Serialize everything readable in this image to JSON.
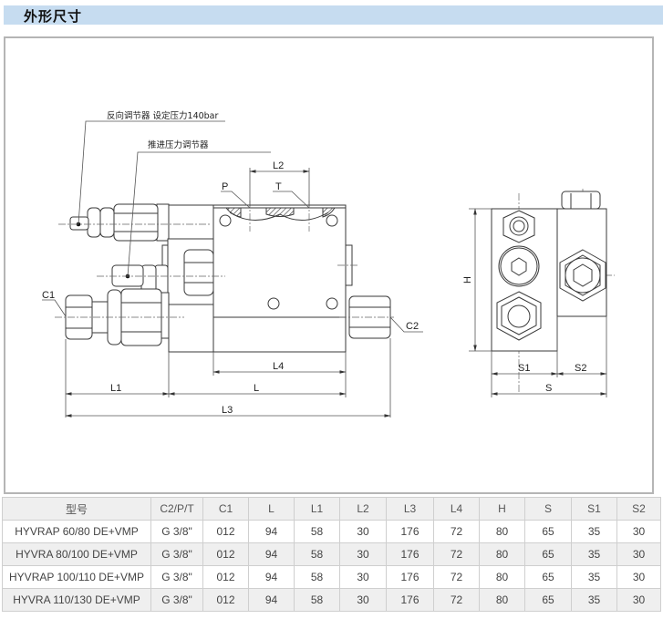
{
  "section": {
    "title": "外形尺寸"
  },
  "drawing": {
    "callouts": {
      "reverse_regulator": "反向调节器 设定压力140bar",
      "push_pressure_regulator": "推进压力调节器"
    },
    "port_labels": {
      "p": "P",
      "t": "T",
      "c1": "C1",
      "c2": "C2"
    },
    "dimension_labels": {
      "l": "L",
      "l1": "L1",
      "l2": "L2",
      "l3": "L3",
      "l4": "L4",
      "h": "H",
      "s": "S",
      "s1": "S1",
      "s2": "S2"
    }
  },
  "table": {
    "headers": [
      "型号",
      "C2/P/T",
      "C1",
      "L",
      "L1",
      "L2",
      "L3",
      "L4",
      "H",
      "S",
      "S1",
      "S2"
    ],
    "rows": [
      [
        "HYVRAP 60/80 DE+VMP",
        "G 3/8\"",
        "012",
        "94",
        "58",
        "30",
        "176",
        "72",
        "80",
        "65",
        "35",
        "30"
      ],
      [
        "HYVRA 80/100 DE+VMP",
        "G 3/8\"",
        "012",
        "94",
        "58",
        "30",
        "176",
        "72",
        "80",
        "65",
        "35",
        "30"
      ],
      [
        "HYVRAP 100/110 DE+VMP",
        "G 3/8\"",
        "012",
        "94",
        "58",
        "30",
        "176",
        "72",
        "80",
        "65",
        "35",
        "30"
      ],
      [
        "HYVRA 110/130 DE+VMP",
        "G 3/8\"",
        "012",
        "94",
        "58",
        "30",
        "176",
        "72",
        "80",
        "65",
        "35",
        "30"
      ]
    ]
  },
  "colors": {
    "header_bg": "#c6dcf0",
    "line": "#3a3a3a",
    "table_border": "#cfcfcf",
    "row_alt": "#efefef"
  }
}
